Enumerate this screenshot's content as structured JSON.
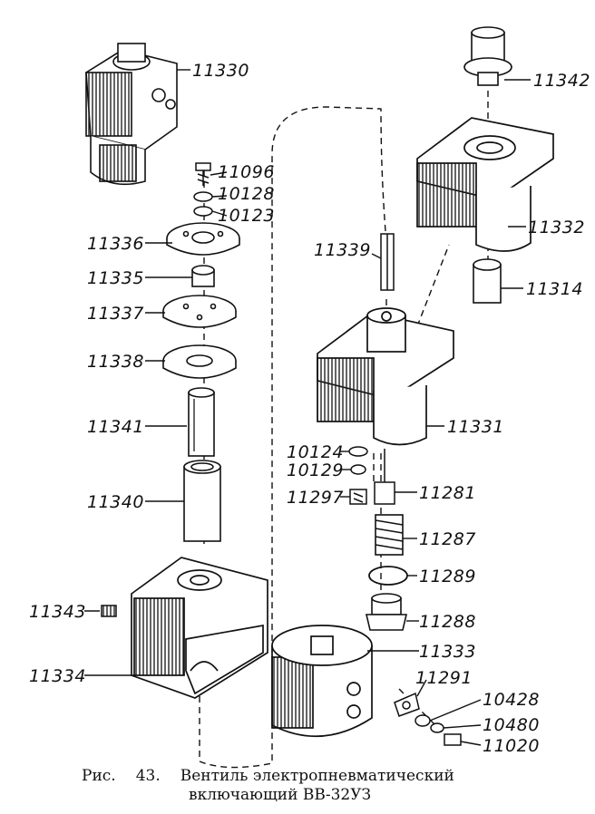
{
  "colors": {
    "ink": "#111111",
    "paper": "#ffffff",
    "hatch": "#333333"
  },
  "parts": {
    "p11330": "11330",
    "p11096": "11096",
    "p10128": "10128",
    "p10123": "10123",
    "p11336": "11336",
    "p11335": "11335",
    "p11337": "11337",
    "p11338": "11338",
    "p11341": "11341",
    "p11340": "11340",
    "p11343": "11343",
    "p11334": "11334",
    "p11342": "11342",
    "p11332": "11332",
    "p11339": "11339",
    "p11314": "11314",
    "p11331": "11331",
    "p10124": "10124",
    "p10129": "10129",
    "p11297": "11297",
    "p11281": "11281",
    "p11287": "11287",
    "p11289": "11289",
    "p11288": "11288",
    "p11333": "11333",
    "p11291": "11291",
    "p10428": "10428",
    "p10480": "10480",
    "p11020": "11020"
  },
  "caption": {
    "prefix": "Рис.",
    "number": "43.",
    "line1": "Вентиль электропневматический",
    "line2": "включающий ВВ-32УЗ"
  }
}
